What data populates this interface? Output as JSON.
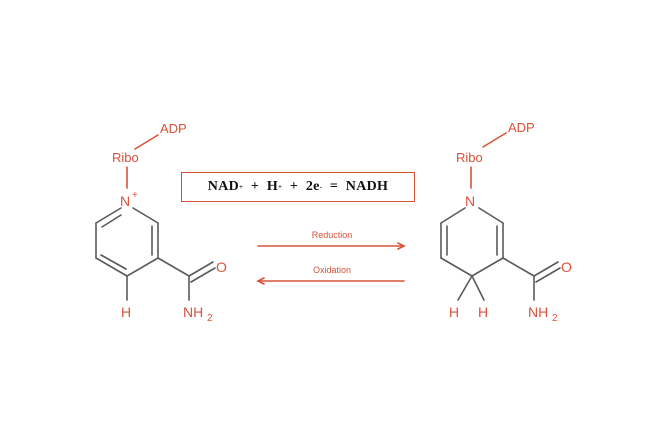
{
  "colors": {
    "accent": "#d9533a",
    "bond": "#5a5a5a",
    "text": "#111111"
  },
  "left_molecule": {
    "adp": "ADP",
    "ribo": "Ribo",
    "nitrogen": "N",
    "charge": "+",
    "hydrogen": "H",
    "oxygen": "O",
    "amide": "NH",
    "amide_sub": "2"
  },
  "right_molecule": {
    "adp": "ADP",
    "ribo": "Ribo",
    "nitrogen": "N",
    "hydrogen_1": "H",
    "hydrogen_2": "H",
    "oxygen": "O",
    "amide": "NH",
    "amide_sub": "2"
  },
  "equation": {
    "nad": "NAD",
    "nad_charge": "+",
    "plus1": "+",
    "h": "H",
    "h_charge": "+",
    "plus2": "+",
    "electrons": "2e",
    "e_charge": "-",
    "equals": "=",
    "nadh": "NADH"
  },
  "arrows": {
    "reduction": "Reduction",
    "oxidation": "Oxidation"
  }
}
